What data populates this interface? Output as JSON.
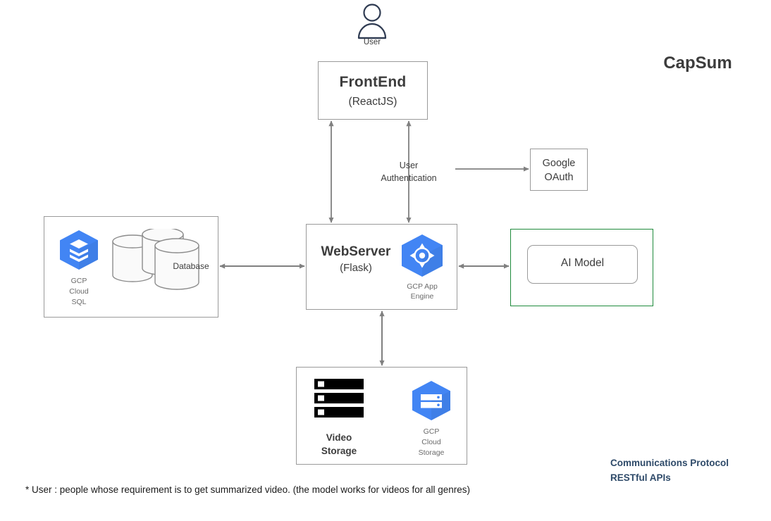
{
  "brand": {
    "title": "CapSum"
  },
  "actor": {
    "icon": "user-person-icon",
    "label": "User"
  },
  "nodes": {
    "frontend": {
      "title": "FrontEnd",
      "subtitle": "(ReactJS)"
    },
    "webserver": {
      "title": "WebServer",
      "subtitle": "(Flask)",
      "icon": "gcp-app-engine-icon",
      "icon_caption": "GCP App\nEngine",
      "icon_caption_line1": "GCP App",
      "icon_caption_line2": "Engine"
    },
    "google_oauth": {
      "line1": "Google",
      "line2": "OAuth"
    },
    "database": {
      "icon": "gcp-cloud-sql-icon",
      "icon_caption_line1": "GCP",
      "icon_caption_line2": "Cloud",
      "icon_caption_line3": "SQL",
      "cylinder_label": "Database"
    },
    "ai_model": {
      "label": "AI Model",
      "border_color": "#1f8b3c"
    },
    "video_storage": {
      "icon": "server-rack-icon",
      "label_line1": "Video",
      "label_line2": "Storage",
      "cloud_icon": "gcp-cloud-storage-icon",
      "cloud_caption_line1": "GCP",
      "cloud_caption_line2": "Cloud",
      "cloud_caption_line3": "Storage"
    }
  },
  "edges": {
    "user_auth_label_line1": "User",
    "user_auth_label_line2": "Authentication"
  },
  "notes": {
    "protocol_line1": "Communications Protocol",
    "protocol_line2": "RESTful APIs",
    "footnote": "* User : people whose requirement is to get summarized video. (the model works for videos for all genres)"
  },
  "colors": {
    "gcp_blue": "#4285f4",
    "gcp_blue_dark": "#3c78d8",
    "stroke_gray": "#808080",
    "box_border": "#9a9a9a",
    "green_border": "#1f8b3c",
    "note_navy": "#2e4a69"
  }
}
